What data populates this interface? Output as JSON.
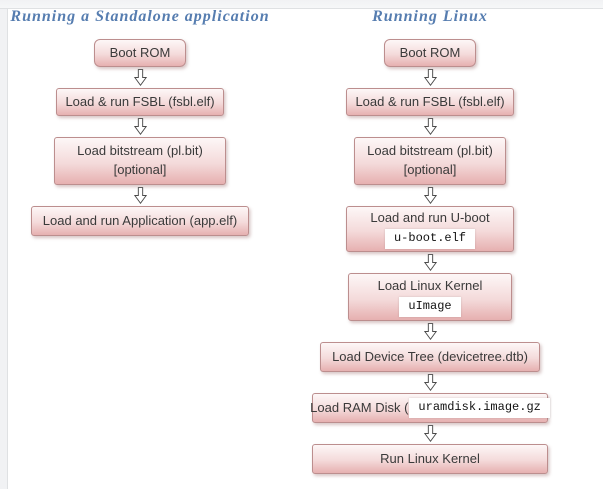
{
  "columns": [
    {
      "title": "Running a Standalone application",
      "steps": [
        {
          "label": "Boot ROM"
        },
        {
          "label": "Load & run FSBL (fsbl.elf)"
        },
        {
          "label": "Load bitstream (pl.bit)",
          "label2": "[optional]"
        },
        {
          "label": "Load and run Application (app.elf)"
        }
      ]
    },
    {
      "title": "Running Linux",
      "steps": [
        {
          "label": "Boot ROM"
        },
        {
          "label": "Load & run FSBL (fsbl.elf)"
        },
        {
          "label": "Load bitstream (pl.bit)",
          "label2": "[optional]"
        },
        {
          "label": "Load and run U-boot",
          "code": "u-boot.elf"
        },
        {
          "label": "Load Linux Kernel",
          "code": "uImage"
        },
        {
          "label": "Load Device Tree (devicetree.dtb)"
        },
        {
          "label": "Load RAM Disk (",
          "code": "uramdisk.image.gz"
        },
        {
          "label": "Run Linux Kernel"
        }
      ]
    }
  ],
  "icons": {
    "down_arrow": "hollow-down-arrow"
  },
  "colors": {
    "title": "#567db0",
    "box-border": "#bc8e8e",
    "box-top": "#fdf7f7",
    "box-mid": "#f4dada",
    "box-bot": "#e6b0b0",
    "box-text": "#3a3a3a",
    "arrow-stroke": "#4a4a4a",
    "frame": "#f1f2f4"
  }
}
